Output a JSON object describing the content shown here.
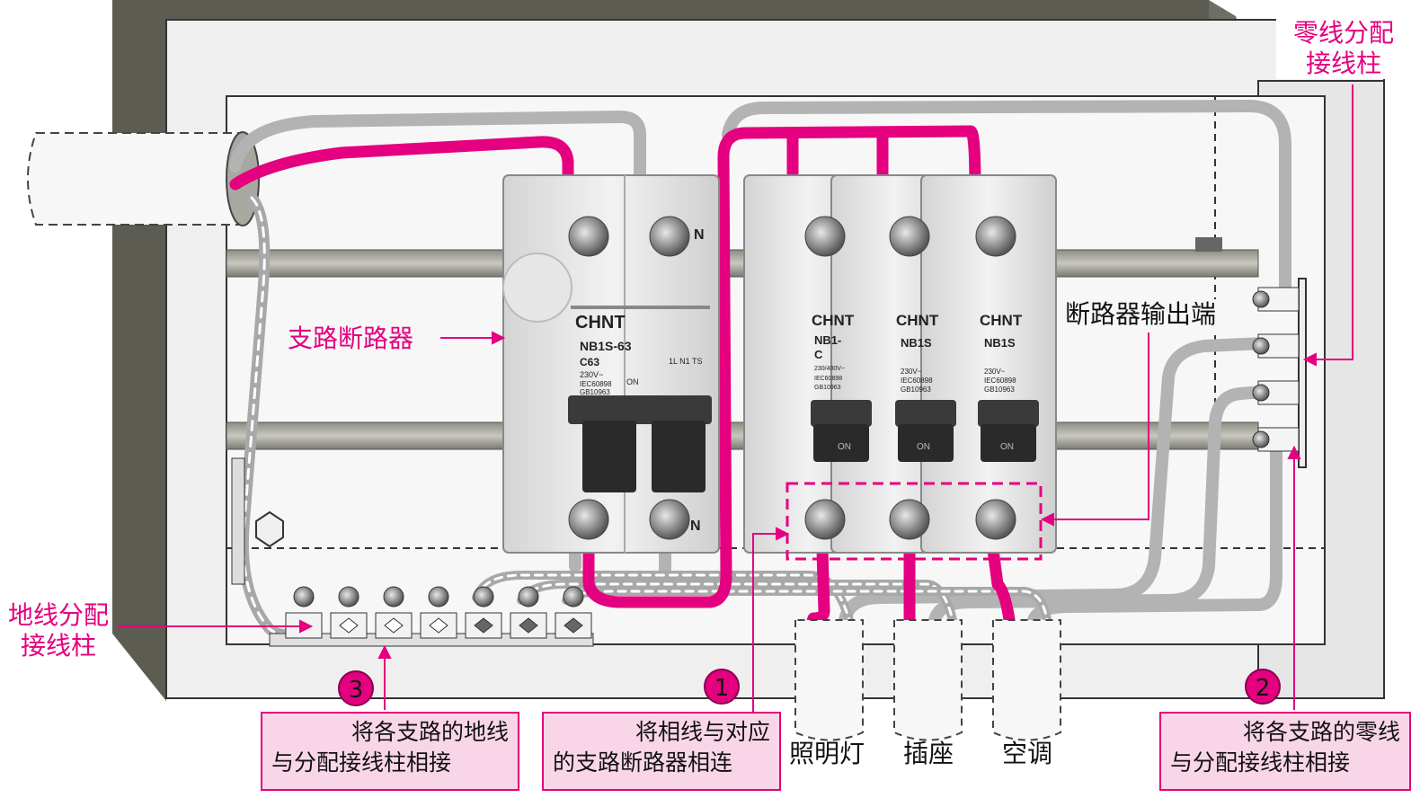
{
  "labels": {
    "neutral_terminal": "零线分配\n接线柱",
    "branch_breaker": "支路断路器",
    "breaker_output": "断路器输出端",
    "ground_terminal": "地线分配\n接线柱"
  },
  "loads": [
    "照明灯",
    "插座",
    "空调"
  ],
  "steps": [
    {
      "num": "1",
      "line1": "将相线与对应",
      "line2": "的支路断路器相连"
    },
    {
      "num": "2",
      "line1": "将各支路的零线",
      "line2": "与分配接线柱相接"
    },
    {
      "num": "3",
      "line1": "将各支路的地线",
      "line2": "与分配接线柱相接"
    }
  ],
  "breakers": {
    "main": {
      "brand": "CHNT",
      "model": "NB1S-63",
      "rating": "C63",
      "spec": "230V~",
      "std1": "IEC60898",
      "std2": "GB10963",
      "on": "ON",
      "pole_n": "N",
      "marks": "1L N1 TS"
    },
    "b1": {
      "brand": "CHNT",
      "model": "NB1-",
      "rating": "C",
      "spec": "230/400V~",
      "std1": "IEC60898",
      "std2": "GB10963",
      "on": "ON"
    },
    "b2": {
      "brand": "CHNT",
      "model": "NB1S",
      "spec": "230V~",
      "std1": "IEC60898",
      "std2": "GB10963",
      "on": "ON"
    },
    "b3": {
      "brand": "CHNT",
      "model": "NB1S",
      "spec": "230V~",
      "std1": "IEC60898",
      "std2": "GB10963",
      "on": "ON"
    }
  },
  "colors": {
    "accent": "#e4007f",
    "note_fill": "#f9d6e7",
    "wire_gray": "#b3b3b3",
    "box_dark": "#5a5a50",
    "panel": "#efefef"
  }
}
